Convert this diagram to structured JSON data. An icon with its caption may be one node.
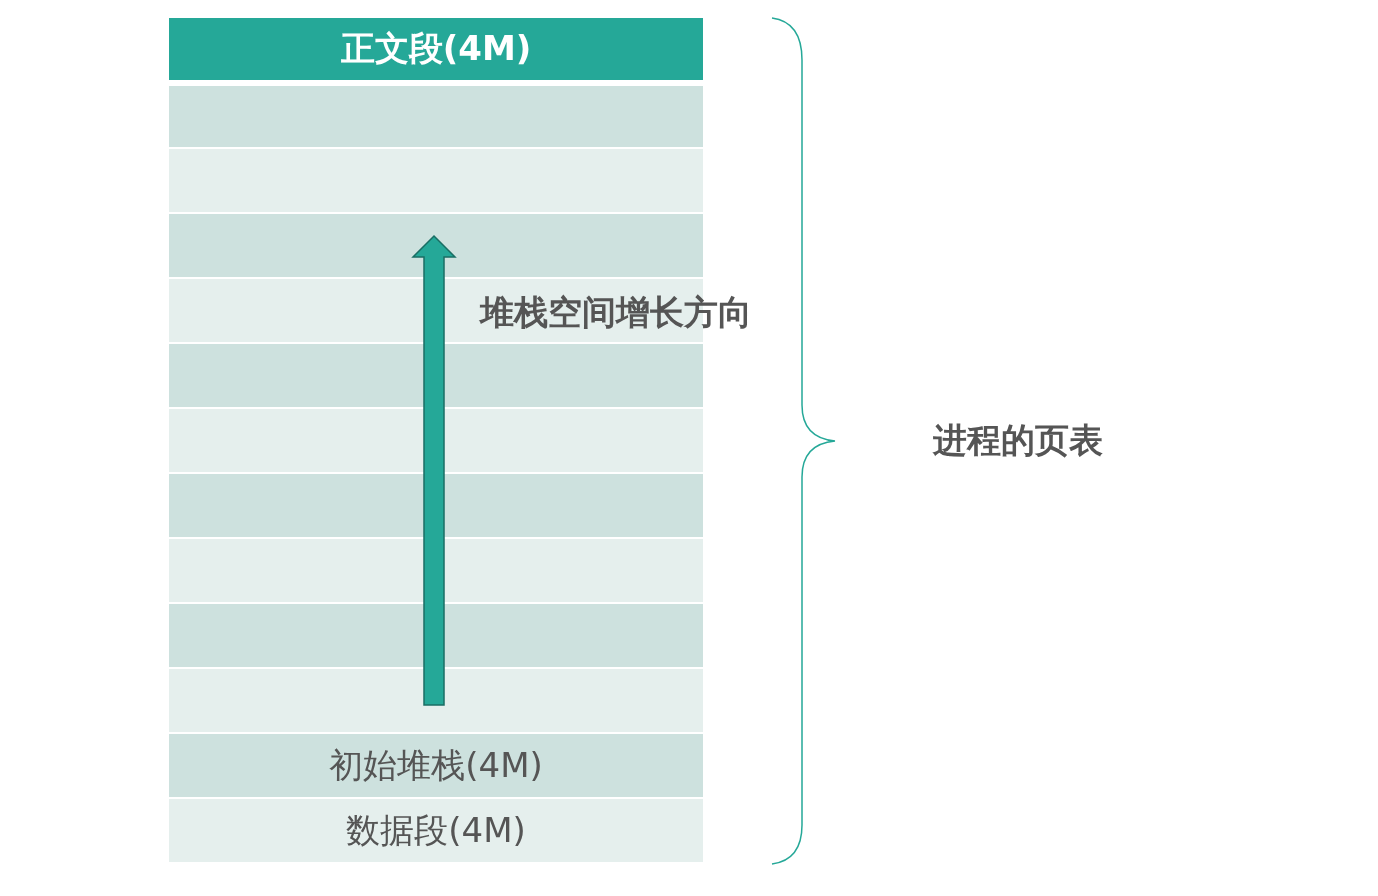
{
  "diagram": {
    "nodes": [
      {
        "text": [
          "正文段(4M)"
        ]
      },
      {
        "text": [],
        "shape": "box"
      },
      {
        "text": [],
        "shape": "box"
      },
      {
        "text": [],
        "shape": "box"
      },
      {
        "text": [],
        "shape": "box"
      },
      {
        "text": [],
        "shape": "box"
      },
      {
        "text": [],
        "shape": "box"
      },
      {
        "text": [],
        "shape": "box"
      },
      {
        "text": [],
        "shape": "box"
      },
      {
        "text": [],
        "shape": "box"
      },
      {
        "text": [],
        "shape": "box"
      },
      {
        "text": [
          "初始堆栈(4M)"
        ]
      },
      {
        "text": [
          "数据段(4M)"
        ]
      }
    ],
    "labels": [
      "堆栈空间增长方向",
      "进程的页表"
    ]
  }
}
